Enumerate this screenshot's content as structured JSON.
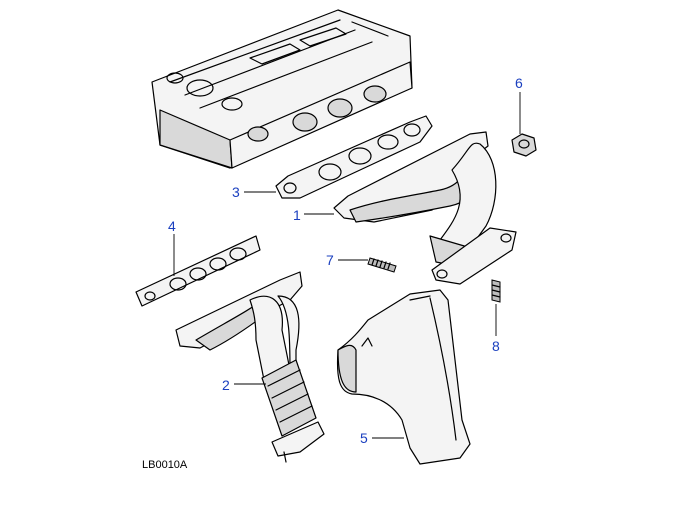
{
  "diagram": {
    "reference_code": "LB0010A",
    "callout_color": "#1a3fbf",
    "callouts": [
      "1",
      "2",
      "3",
      "4",
      "5",
      "6",
      "7",
      "8"
    ]
  }
}
